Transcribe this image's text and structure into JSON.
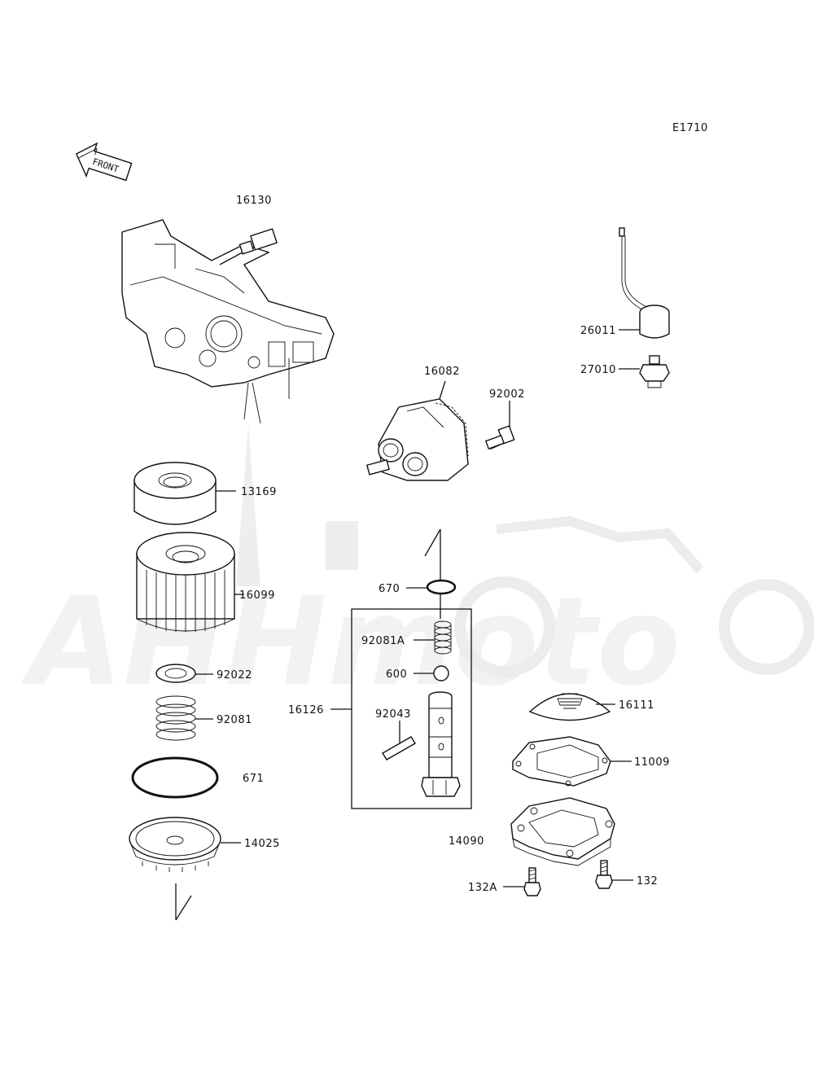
{
  "diagram_code": "E1710",
  "front_badge": "FRONT",
  "watermark": "AHHmoto",
  "parts": [
    {
      "id": "crankcase",
      "label": "16130"
    },
    {
      "id": "oil-filter-cover-element",
      "label": "13169"
    },
    {
      "id": "oil-filter",
      "label": "16099"
    },
    {
      "id": "washer",
      "label": "92022"
    },
    {
      "id": "spring",
      "label": "92081"
    },
    {
      "id": "o-ring-large",
      "label": "671"
    },
    {
      "id": "filter-cap",
      "label": "14025"
    },
    {
      "id": "oil-pump",
      "label": "16082"
    },
    {
      "id": "pump-bolt",
      "label": "92002"
    },
    {
      "id": "sender-unit",
      "label": "26011"
    },
    {
      "id": "pressure-switch",
      "label": "27010"
    },
    {
      "id": "o-ring-small",
      "label": "670"
    },
    {
      "id": "relief-spring",
      "label": "92081A"
    },
    {
      "id": "ball",
      "label": "600"
    },
    {
      "id": "relief-valve-assembly",
      "label": "16126"
    },
    {
      "id": "pin",
      "label": "92043"
    },
    {
      "id": "strainer",
      "label": "16111"
    },
    {
      "id": "gasket",
      "label": "11009"
    },
    {
      "id": "cover",
      "label": "14090"
    },
    {
      "id": "bolt-a",
      "label": "132A"
    },
    {
      "id": "bolt",
      "label": "132"
    }
  ]
}
